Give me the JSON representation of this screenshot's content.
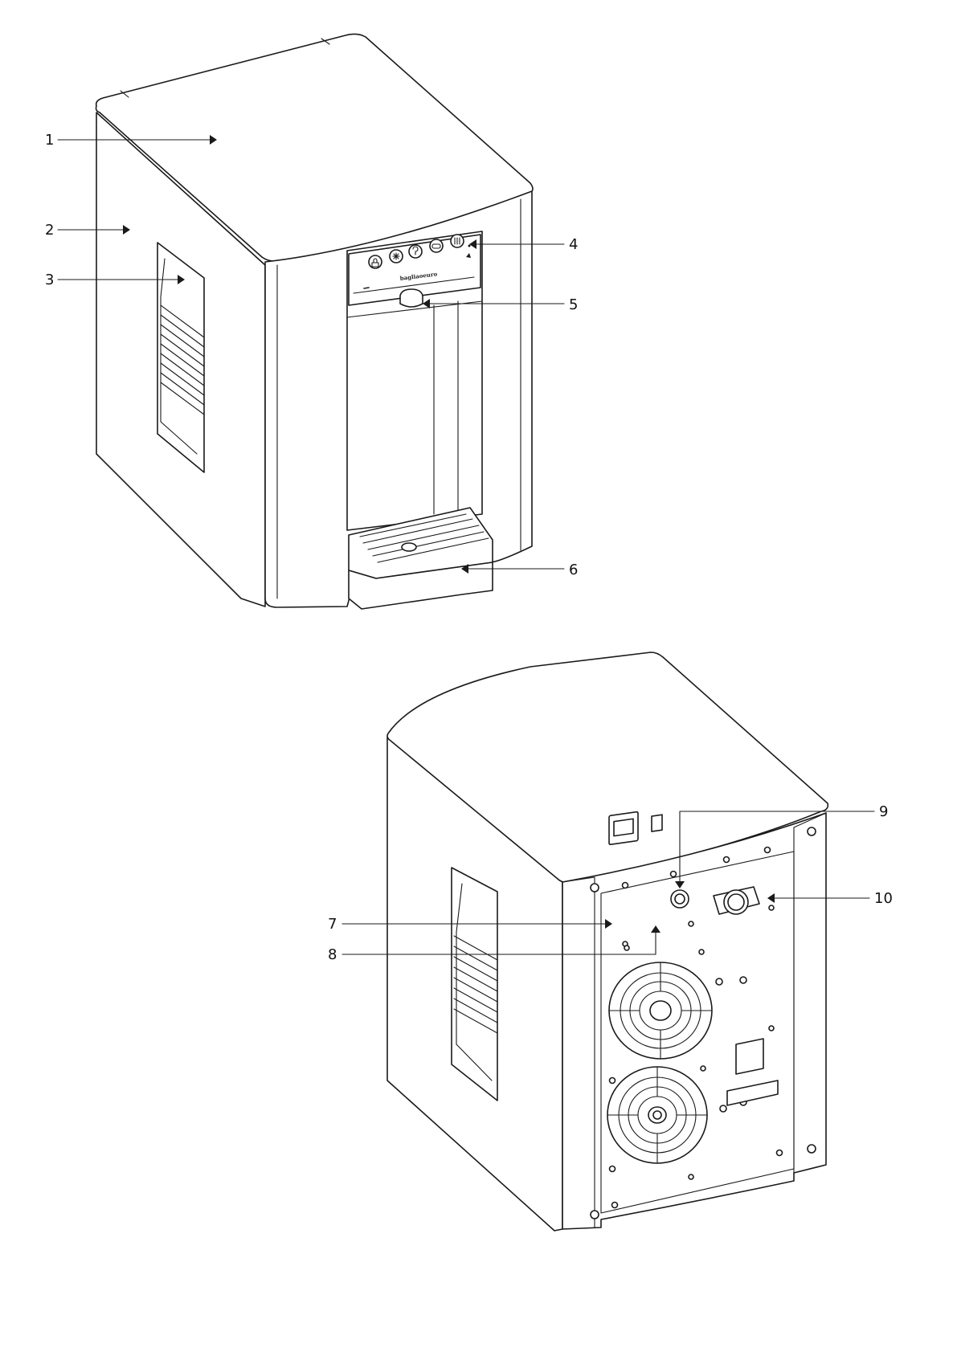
{
  "front_view": {
    "brand_label": "bagliaoeuro",
    "callouts": [
      {
        "num": "1",
        "target": "top-cover"
      },
      {
        "num": "2",
        "target": "side-panel"
      },
      {
        "num": "3",
        "target": "side-vent-grille"
      },
      {
        "num": "4",
        "target": "control-panel"
      },
      {
        "num": "5",
        "target": "dispensing-nozzle"
      },
      {
        "num": "6",
        "target": "drip-tray"
      }
    ],
    "control_buttons": [
      {
        "icon": "lock-icon"
      },
      {
        "icon": "snowflake-cold-icon"
      },
      {
        "icon": "sparkling-co2-icon"
      },
      {
        "icon": "ambient-water-icon"
      },
      {
        "icon": "filter-icon"
      }
    ]
  },
  "rear_view": {
    "callouts": [
      {
        "num": "7",
        "target": "power-socket"
      },
      {
        "num": "8",
        "target": "power-switch"
      },
      {
        "num": "9",
        "target": "water-inlet"
      },
      {
        "num": "10",
        "target": "co2-connector"
      }
    ]
  },
  "colors": {
    "line": "#1a1a1a",
    "background": "#ffffff"
  }
}
